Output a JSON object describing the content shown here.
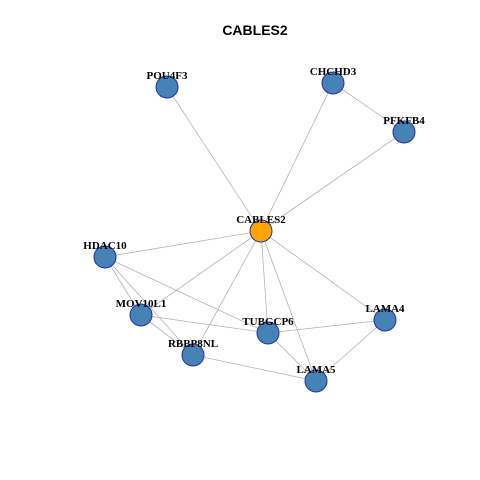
{
  "title": "CABLES2",
  "colors": {
    "center_node": "#ffa500",
    "neighbor_node": "#4682b4",
    "node_border": "#1f2fa8",
    "edge": "#b3b3b3"
  },
  "nodes": [
    {
      "id": "CABLES2",
      "label": "CABLES2",
      "role": "center"
    },
    {
      "id": "POU4F3",
      "label": "POU4F3",
      "role": "neighbor"
    },
    {
      "id": "CHCHD3",
      "label": "CHCHD3",
      "role": "neighbor"
    },
    {
      "id": "PFKFB4",
      "label": "PFKFB4",
      "role": "neighbor"
    },
    {
      "id": "HDAC10",
      "label": "HDAC10",
      "role": "neighbor"
    },
    {
      "id": "MOV10L1",
      "label": "MOV10L1",
      "role": "neighbor"
    },
    {
      "id": "TUBGCP6",
      "label": "TUBGCP6",
      "role": "neighbor"
    },
    {
      "id": "LAMA4",
      "label": "LAMA4",
      "role": "neighbor"
    },
    {
      "id": "RBBP8NL",
      "label": "RBBP8NL",
      "role": "neighbor"
    },
    {
      "id": "LAMA5",
      "label": "LAMA5",
      "role": "neighbor"
    }
  ],
  "edges": [
    [
      "CABLES2",
      "POU4F3"
    ],
    [
      "CABLES2",
      "CHCHD3"
    ],
    [
      "CABLES2",
      "PFKFB4"
    ],
    [
      "CHCHD3",
      "PFKFB4"
    ],
    [
      "CABLES2",
      "HDAC10"
    ],
    [
      "CABLES2",
      "MOV10L1"
    ],
    [
      "CABLES2",
      "RBBP8NL"
    ],
    [
      "CABLES2",
      "TUBGCP6"
    ],
    [
      "CABLES2",
      "LAMA5"
    ],
    [
      "CABLES2",
      "LAMA4"
    ],
    [
      "HDAC10",
      "MOV10L1"
    ],
    [
      "HDAC10",
      "RBBP8NL"
    ],
    [
      "HDAC10",
      "TUBGCP6"
    ],
    [
      "MOV10L1",
      "RBBP8NL"
    ],
    [
      "MOV10L1",
      "TUBGCP6"
    ],
    [
      "TUBGCP6",
      "LAMA5"
    ],
    [
      "TUBGCP6",
      "LAMA4"
    ],
    [
      "LAMA4",
      "LAMA5"
    ],
    [
      "RBBP8NL",
      "LAMA5"
    ]
  ]
}
